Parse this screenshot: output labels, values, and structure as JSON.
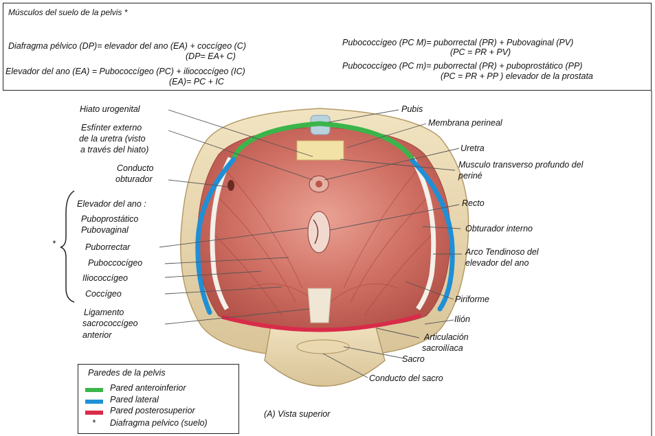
{
  "header": {
    "title": "Músculos del suelo de la pelvis  *",
    "line1": "Diafragma pélvico (DP)= elevador del ano (EA) + coccígeo (C)",
    "line1b": "(DP=  EA+ C)",
    "line2": "Elevador del ano (EA) = Pubococcígeo (PC) + iliococcígeo (IC)",
    "line2b": "(EA)= PC + IC",
    "right1": "Pubococcígeo (PC M)= puborrectal (PR) + Pubovaginal (PV)",
    "right1b": "(PC = PR + PV)",
    "right2": "Pubococcígeo (PC m)= puborrectal (PR) + puboprostático (PP)",
    "right2b": "(PC = PR + PP ) elevador de la prostata"
  },
  "labels_left": {
    "hiato": "Hiato urogenital",
    "esfinter1": "Esfínter externo",
    "esfinter2": "de la uretra (visto",
    "esfinter3": "a través del hiato)",
    "conducto1": "Conducto",
    "conducto2": "obturador",
    "elevador": "Elevador del ano :",
    "puboprostatico": "Puboprostático",
    "pubovaginal": "Pubovaginal",
    "puborrectar": "Puborrectar",
    "pubococcigeo": "Puboccocígeo",
    "iliococcigeo": "Iliococcígeo",
    "coccigeo": "Coccígeo",
    "ligamento1": "Ligamento",
    "ligamento2": "sacrococcígeo",
    "ligamento3": "anterior",
    "asterisk": "*"
  },
  "labels_right": {
    "pubis": "Pubis",
    "membrana": "Membrana perineal",
    "uretra": "Uretra",
    "musculo1": "Musculo transverso profundo del",
    "musculo2": "periné",
    "recto": "Recto",
    "obturador": "Obturador interno",
    "arco1": "Arco Tendinoso del",
    "arco2": "elevador del ano",
    "piriforme": "Piriforme",
    "ilion": "Ilión",
    "articulacion1": "Articulación",
    "articulacion2": "sacroilíaca",
    "sacro": "Sacro",
    "conducto_sacro": "Conducto del sacro"
  },
  "caption": "(A) Vista superior",
  "legend": {
    "title": "Paredes de la pelvis",
    "items": [
      {
        "label": "Pared anteroinferior",
        "color": "#3bb54a"
      },
      {
        "label": "Pared lateral",
        "color": "#1f8fd6"
      },
      {
        "label": "Pared posterosuperior",
        "color": "#d92b4a"
      },
      {
        "label": "Diafragma pelvico (suelo)",
        "symbol": "*"
      }
    ]
  }
}
